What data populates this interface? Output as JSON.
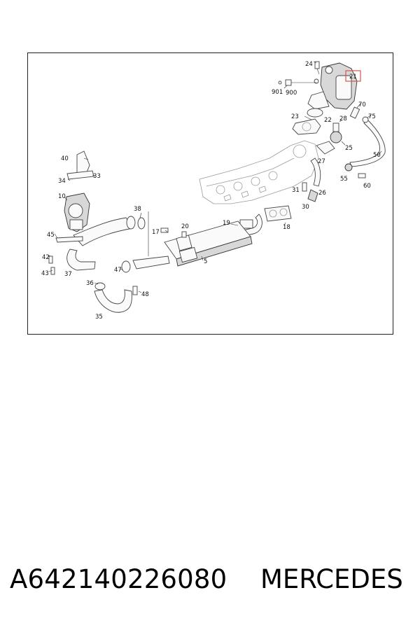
{
  "diagram": {
    "highlight_color": "#d9534f",
    "highlighted_callout": "21",
    "callouts": {
      "c24": "24",
      "c21": "21",
      "c901": "901",
      "c900": "900",
      "c70": "70",
      "c23": "23",
      "c22": "22",
      "c28": "28",
      "c75": "75",
      "c25": "25",
      "c50": "50",
      "c27": "27",
      "c40": "40",
      "c33": "33",
      "c34": "34",
      "c10": "10",
      "c55": "55",
      "c60": "60",
      "c31": "31",
      "c26": "26",
      "c30": "30",
      "c38": "38",
      "c20": "20",
      "c17": "17",
      "c19": "19",
      "c18": "18",
      "c45": "45",
      "c42": "42",
      "c5": "5",
      "c37": "37",
      "c43": "43",
      "c47": "47",
      "c36": "36",
      "c48": "48",
      "c35": "35"
    }
  },
  "caption": {
    "part_number": "A642140226080",
    "brand": "MERCEDES"
  }
}
